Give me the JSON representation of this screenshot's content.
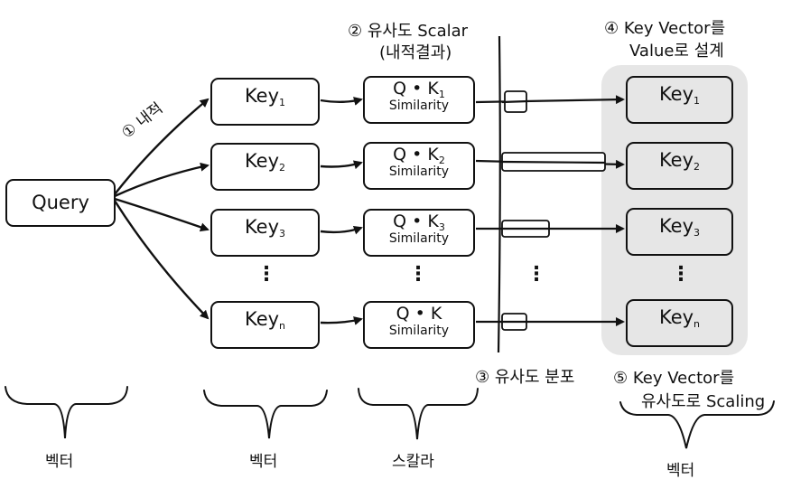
{
  "query": {
    "label": "Query"
  },
  "step1": {
    "label": "① 내적"
  },
  "step2": {
    "line1": "② 유사도 Scalar",
    "line2": "(내적결과)"
  },
  "step3": {
    "label": "③ 유사도 분포"
  },
  "step4": {
    "line1": "④ Key Vector를",
    "line2": "Value로 설계"
  },
  "step5": {
    "line1": "⑤ Key Vector를",
    "line2": "유사도로 Scaling"
  },
  "keys": [
    {
      "name": "Key",
      "sub": "1"
    },
    {
      "name": "Key",
      "sub": "2"
    },
    {
      "name": "Key",
      "sub": "3"
    },
    {
      "name": "Key",
      "sub": "n"
    }
  ],
  "similarities": [
    {
      "expr": "Q • K",
      "sub": "1",
      "label": "Similarity"
    },
    {
      "expr": "Q • K",
      "sub": "2",
      "label": "Similarity"
    },
    {
      "expr": "Q • K",
      "sub": "3",
      "label": "Similarity"
    },
    {
      "expr": "Q • K",
      "sub": "",
      "label": "Similarity"
    }
  ],
  "values": [
    {
      "name": "Key",
      "sub": "1"
    },
    {
      "name": "Key",
      "sub": "2"
    },
    {
      "name": "Key",
      "sub": "3"
    },
    {
      "name": "Key",
      "sub": "n"
    }
  ],
  "ellipsis": "⋮",
  "brace_labels": {
    "query": "벡터",
    "keys": "벡터",
    "similarity": "스칼라",
    "values": "벡터"
  },
  "colors": {
    "stroke": "#111111",
    "value_panel": "#e6e6e6",
    "value_box": "#e6e6e6"
  }
}
